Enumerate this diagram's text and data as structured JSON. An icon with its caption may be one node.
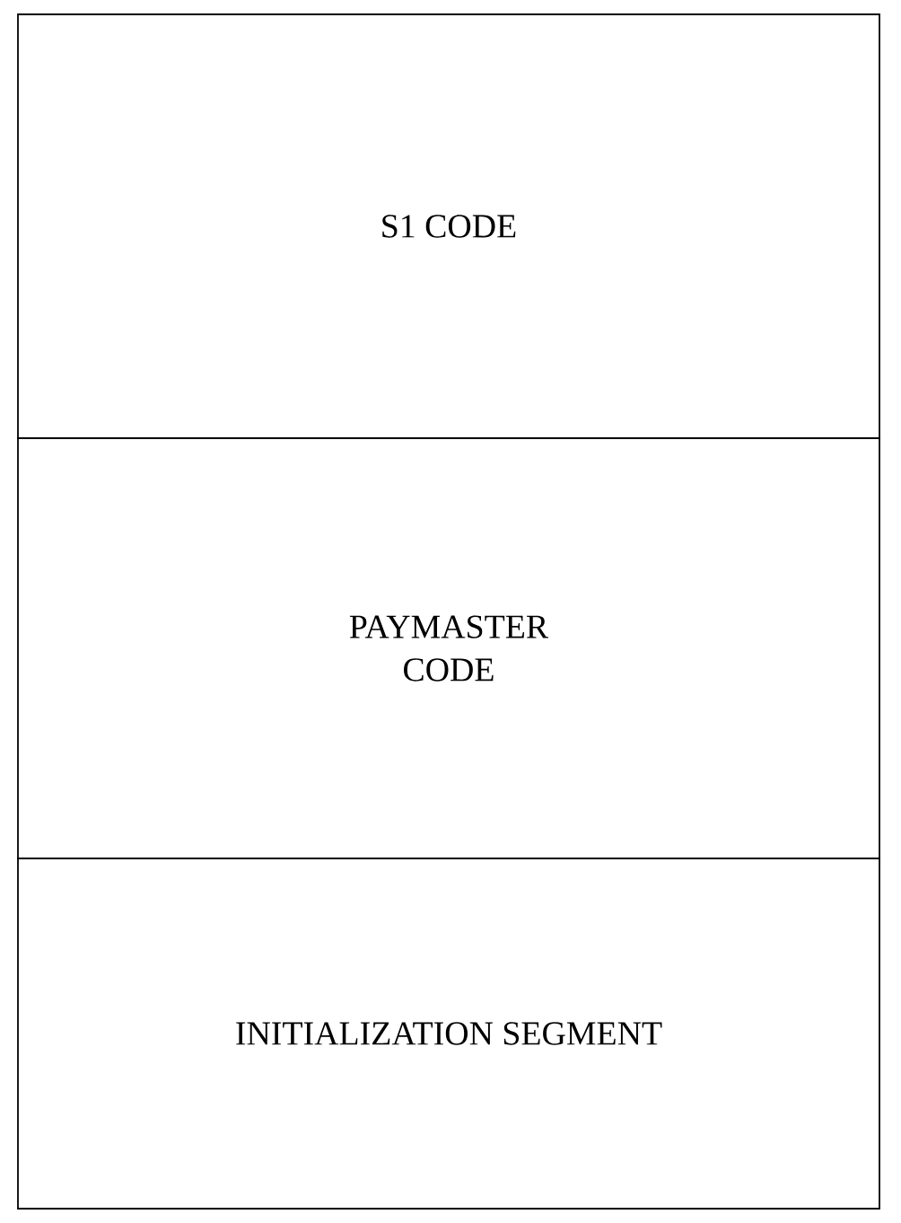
{
  "diagram": {
    "nodes": [
      {
        "text": [
          "S1 CODE"
        ]
      },
      {
        "text": [
          "PAYMASTER CODE"
        ]
      },
      {
        "text": [
          "INITIALIZATION SEGMENT"
        ]
      }
    ]
  }
}
